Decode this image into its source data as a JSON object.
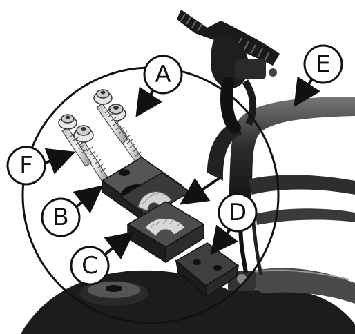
{
  "diagram": {
    "callouts": [
      {
        "id": "A",
        "label": "A"
      },
      {
        "id": "B",
        "label": "B"
      },
      {
        "id": "C",
        "label": "C"
      },
      {
        "id": "D",
        "label": "D"
      },
      {
        "id": "E",
        "label": "E"
      },
      {
        "id": "F",
        "label": "F"
      }
    ]
  },
  "colors": {
    "line": "#111111",
    "metal_dark": "#2a2a2a",
    "metal_mid": "#6b6b6b",
    "metal_light": "#c9c9c9",
    "background": "#ffffff"
  }
}
